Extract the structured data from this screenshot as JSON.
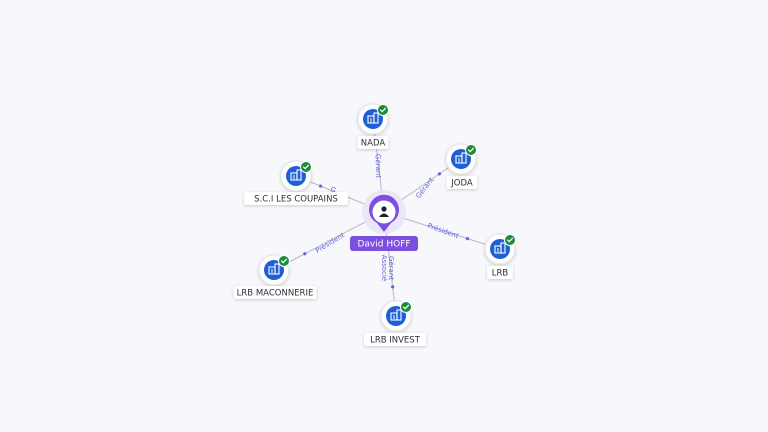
{
  "center": {
    "name": "David HOFF",
    "icon": "person-icon",
    "color": "#7b4fe0"
  },
  "companies": [
    {
      "name": "NADA",
      "relation": "Gérant",
      "icon": "building-icon",
      "badge": "verified-check-icon"
    },
    {
      "name": "JODA",
      "relation": "Gérant",
      "icon": "building-icon",
      "badge": "verified-check-icon"
    },
    {
      "name": "LRB",
      "relation": "Président",
      "icon": "building-icon",
      "badge": "verified-check-icon"
    },
    {
      "name": "LRB INVEST",
      "relation": "Gérant Associé",
      "icon": "building-icon",
      "badge": "verified-check-icon"
    },
    {
      "name": "LRB MACONNERIE",
      "relation": "Président",
      "icon": "building-icon",
      "badge": "verified-check-icon"
    },
    {
      "name": "S.C.I LES COUPAINS",
      "relation": "G",
      "icon": "building-icon",
      "badge": "verified-check-icon"
    }
  ],
  "colors": {
    "company_icon": "#1f5fd6",
    "verified_badge": "#1e8a3c",
    "edge": "#b5b8c4",
    "edge_label": "#6d5fd6"
  }
}
